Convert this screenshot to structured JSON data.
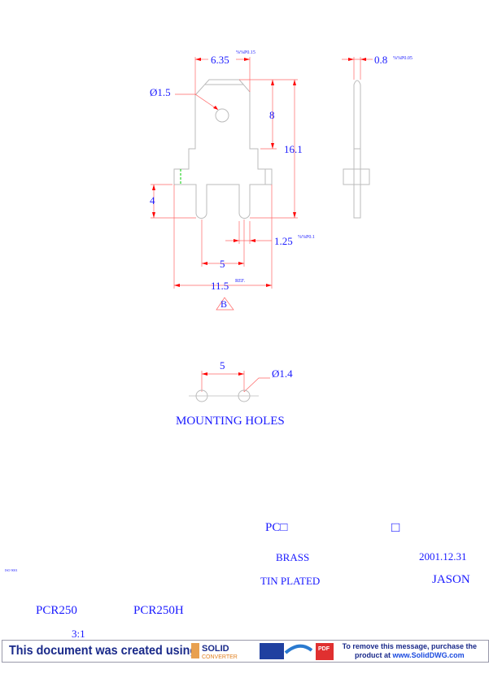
{
  "drawing": {
    "dims": {
      "width_top": "6.35",
      "width_top_tol": "%%P0.15",
      "thickness": "0.8",
      "thickness_tol": "%%P0.05",
      "hole_dia": "Ø1.5",
      "upper_len": "8",
      "total_len": "16.1",
      "pin_len": "4",
      "pin_width": "1.25",
      "pin_width_tol": "%%P0.1",
      "pin_pitch": "5",
      "overall_width": "11.5",
      "overall_width_note": "REF.",
      "view_label": "B"
    },
    "mounting": {
      "pitch": "5",
      "hole_dia": "Ø1.4",
      "title": "MOUNTING HOLES"
    }
  },
  "title_block": {
    "code": "PC□",
    "box_char": "□",
    "material": "BRASS",
    "date": "2001.12.31",
    "finish": "TIN PLATED",
    "drawn_by": "JASON",
    "iso": "ISO 9001",
    "part_no_1": "PCR250",
    "part_no_2": "PCR250H",
    "scale": "3:1"
  },
  "banner": {
    "text": "This document was created using",
    "logo": "SOLID CONVERTER DWG PDF",
    "remove_line1": "To remove this message, purchase the",
    "remove_line2_prefix": "product at ",
    "remove_url": "www.SolidDWG.com"
  },
  "colors": {
    "dim": "#ff0000",
    "text": "#1a1aff",
    "outline": "#c0c0c0",
    "center": "#00c000"
  }
}
